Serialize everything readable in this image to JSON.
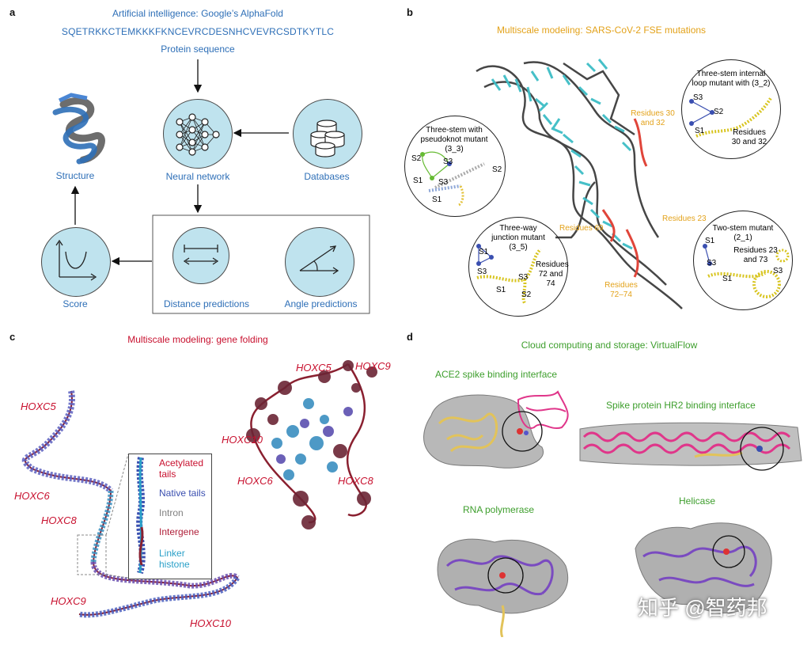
{
  "panel_a": {
    "label": "a",
    "title": "Artificial intelligence: Google’s AlphaFold",
    "sequence": "SQETRKKCTEMKKKFKNCEVRCDESNHCVEVRCSDTKYTLC",
    "sequence_label": "Protein sequence",
    "nodes": {
      "structure": "Structure",
      "neural_network": "Neural network",
      "databases": "Databases",
      "score": "Score",
      "distance": "Distance predictions",
      "angle": "Angle predictions"
    }
  },
  "panel_b": {
    "label": "b",
    "title": "Multiscale modeling: SARS-CoV-2 FSE mutations",
    "residue_labels": [
      "Residues 30 and 32",
      "Residues 23",
      "Residues 69",
      "Residues 72–74"
    ],
    "insets": [
      {
        "title": "Three-stem with pseudoknot mutant (3_3)",
        "stems": [
          "S2",
          "S3",
          "S1",
          "S2",
          "S3",
          "S1"
        ]
      },
      {
        "title": "Three-stem internal loop mutant with (3_2)",
        "stems": [
          "S3",
          "S2",
          "S1"
        ],
        "residues": "Residues 30 and 32"
      },
      {
        "title": "Three-way junction mutant (3_5)",
        "stems": [
          "S1",
          "S3",
          "S1",
          "S3",
          "S2"
        ],
        "residues": "Residues 72 and 74"
      },
      {
        "title": "Two-stem mutant (2_1)",
        "stems": [
          "S1",
          "S3",
          "S1",
          "S3"
        ],
        "residues": "Residues 23 and 73"
      }
    ]
  },
  "panel_c": {
    "label": "c",
    "title": "Multiscale modeling: gene folding",
    "genes_left": [
      "HOXC5",
      "HOXC6",
      "HOXC8",
      "HOXC9",
      "HOXC10"
    ],
    "genes_right": [
      "HOXC5",
      "HOXC9",
      "HOXC10",
      "HOXC6",
      "HOXC8"
    ],
    "legend": [
      {
        "label": "Acetylated tails",
        "color": "#c8102e"
      },
      {
        "label": "Native tails",
        "color": "#3a4fb0"
      },
      {
        "label": "Intron",
        "color": "#808080"
      },
      {
        "label": "Intergene",
        "color": "#b0203a"
      },
      {
        "label": "Linker histone",
        "color": "#2aa0c8"
      }
    ]
  },
  "panel_d": {
    "label": "d",
    "title": "Cloud computing and storage: VirtualFlow",
    "captions": {
      "ace2": "ACE2 spike binding interface",
      "hr2": "Spike protein HR2 binding interface",
      "rnapol": "RNA polymerase",
      "helicase": "Helicase"
    }
  },
  "watermark": "知乎 @智药邦",
  "colors": {
    "blue": "#2e6fb7",
    "orange": "#e3a21a",
    "crimson": "#c8102e",
    "green": "#3d9e2c",
    "node_fill": "#bfe3ee",
    "cyan_rna": "#3dbdc6",
    "purple": "#7a4bc0",
    "pink": "#e0368a"
  }
}
